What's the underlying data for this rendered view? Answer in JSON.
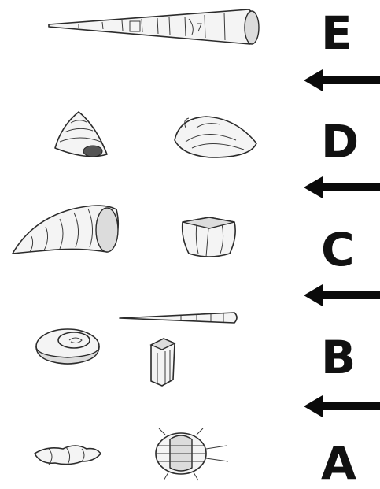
{
  "stratigraphic_column": {
    "layers": [
      {
        "label": "E",
        "fossils": [
          "tapered-cone-shell"
        ]
      },
      {
        "label": "D",
        "fossils": [
          "spiral-snail-shell",
          "clam-shell"
        ]
      },
      {
        "label": "C",
        "fossils": [
          "horn-coral",
          "brachiopod"
        ]
      },
      {
        "label": "B",
        "fossils": [
          "coiled-snail-shell",
          "slender-cone-shell",
          "crinoid-stem-segment"
        ]
      },
      {
        "label": "A",
        "fossils": [
          "high-spired-snail-shell",
          "trilobite"
        ]
      }
    ],
    "boundary_arrow_count": 4,
    "arrow_direction": "left"
  }
}
